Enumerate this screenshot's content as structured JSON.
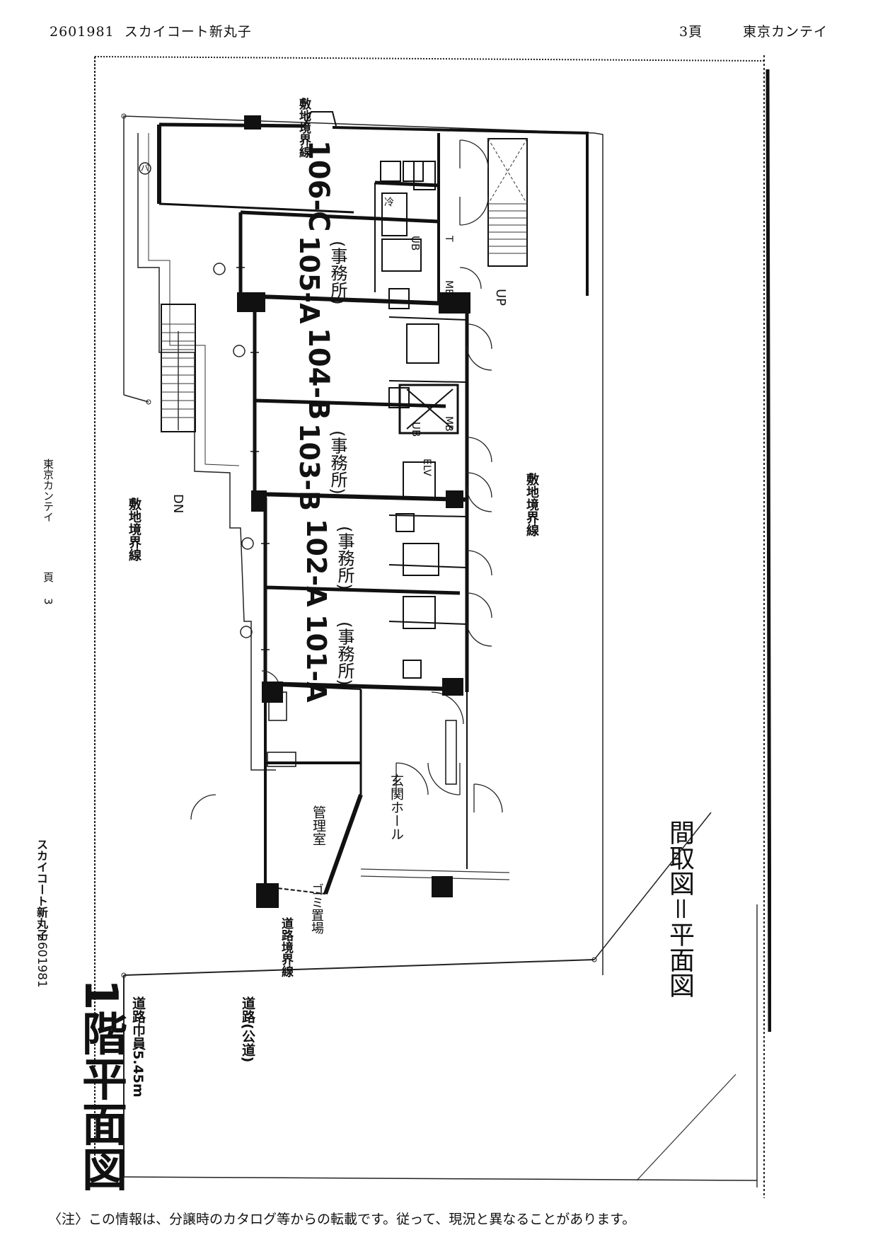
{
  "header": {
    "doc_id": "2601981",
    "property": "スカイコート新丸子",
    "page": "3頁",
    "company": "東京カンテイ"
  },
  "side": {
    "doc_id": "2601981",
    "property": "スカイコート新丸子",
    "page_num": "3",
    "page_char": "頁",
    "company": "東京カンテイ"
  },
  "plan": {
    "title": "1階平面図",
    "right_title": "間取図＝平面図",
    "road_width": "道路巾員5.45m",
    "road": "道路(公道)",
    "site_boundary": "敷地境界線",
    "road_boundary": "道路境界線",
    "up_label": "UP",
    "dn_label": "DN",
    "rooms": [
      {
        "id": "106-C",
        "use": ""
      },
      {
        "id": "105-A",
        "use": "(事務所)"
      },
      {
        "id": "104-B",
        "use": ""
      },
      {
        "id": "103-B",
        "use": "(事務所)"
      },
      {
        "id": "102-A",
        "use": "(事務所)"
      },
      {
        "id": "101-A",
        "use": "(事務所)"
      }
    ],
    "facilities": {
      "manager_room": "管理室",
      "entrance_hall": "玄関ホール",
      "garbage": "ゴミ置場",
      "elevator": "ELV"
    },
    "symbols": {
      "ub": "UB",
      "mb": "MB",
      "t": "T",
      "fridge": "冷",
      "balcony": "バ"
    }
  },
  "note": "〈注〉この情報は、分譲時のカタログ等からの転載です。従って、現況と異なることがあります。"
}
